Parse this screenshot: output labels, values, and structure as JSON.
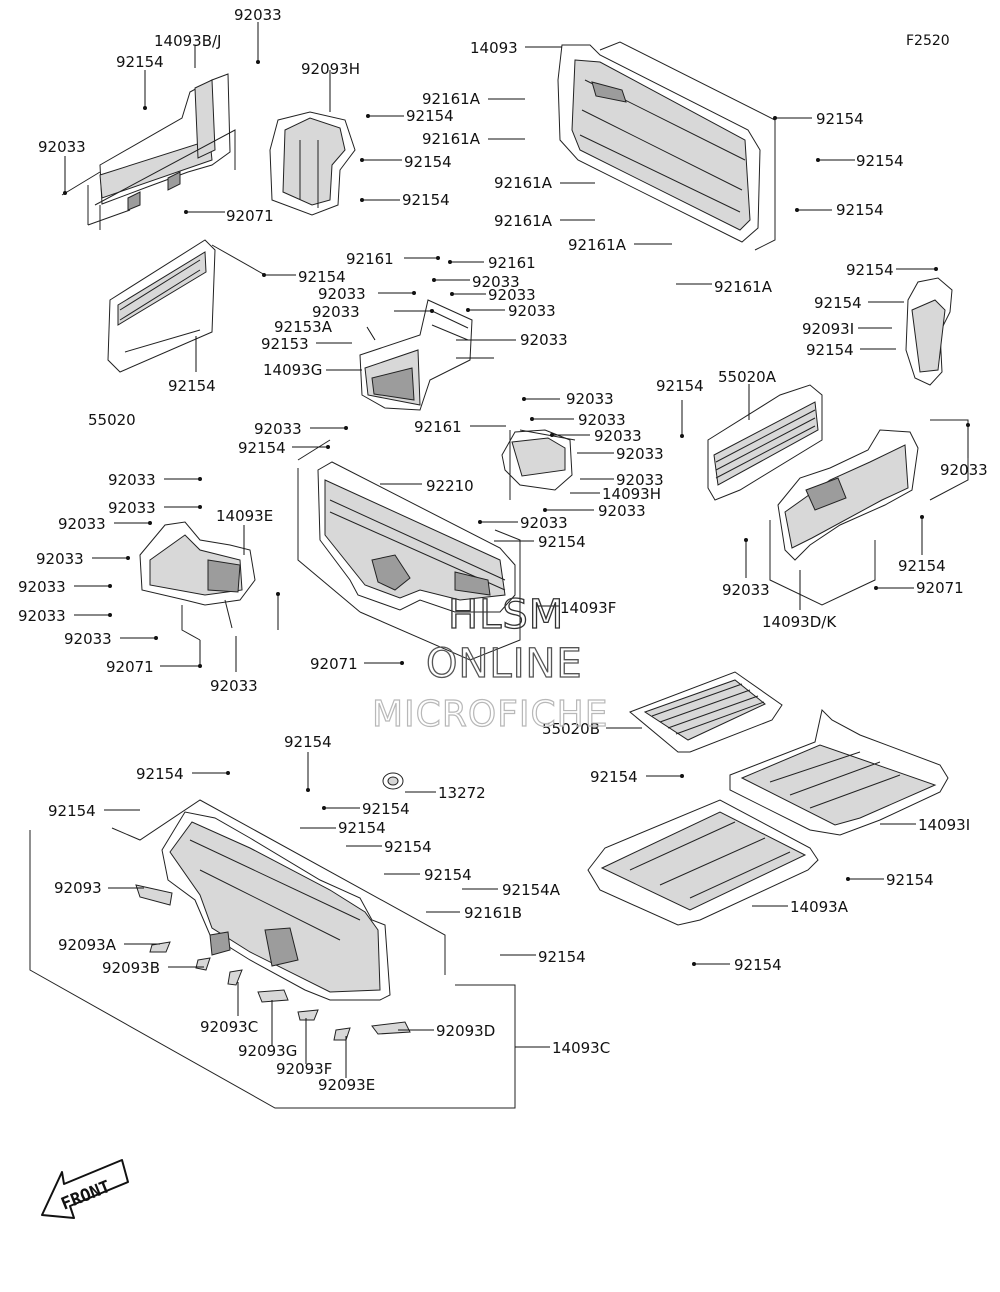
{
  "figure_id": "F2520",
  "labels": [
    "92033",
    "14093B/J",
    "92154",
    "92033",
    "92093H",
    "92154",
    "92154",
    "92154",
    "92071",
    "14093",
    "92161A",
    "92161A",
    "92161A",
    "92161A",
    "92161A",
    "92161A",
    "92154",
    "92154",
    "92154",
    "92154",
    "92161",
    "92161",
    "92033",
    "92033",
    "92033",
    "92033",
    "92033",
    "92033",
    "92153A",
    "92153",
    "14093G",
    "92154",
    "55020",
    "92154",
    "92154",
    "92093I",
    "92154",
    "92154",
    "55020A",
    "92033",
    "92161",
    "92033",
    "92033",
    "92033",
    "92033",
    "92033",
    "14093H",
    "92033",
    "92033",
    "92154",
    "92210",
    "92154",
    "14093F",
    "92071",
    "92033",
    "92033",
    "92033",
    "14093E",
    "92033",
    "92033",
    "92033",
    "92033",
    "92033",
    "92071",
    "92033",
    "92154",
    "92071",
    "92033",
    "14093D/K",
    "55020B",
    "92154",
    "14093I",
    "92154",
    "14093A",
    "92154",
    "92154",
    "92154",
    "92154",
    "92154",
    "92154",
    "92154",
    "92154",
    "13272",
    "92093",
    "92093A",
    "92093B",
    "92093C",
    "92093G",
    "92093F",
    "92093E",
    "92093D",
    "92154A",
    "92161B",
    "92154",
    "14093C"
  ],
  "watermark": {
    "line1": "HLSM",
    "line2": "ONLINE",
    "line3": "MICROFICHE"
  },
  "front_arrow": "FRONT",
  "colors": {
    "ink": "#111111",
    "part_fill": "#d8d8d8",
    "part_dark": "#9c9c9c",
    "watermark_light": "#b8b8b8"
  }
}
